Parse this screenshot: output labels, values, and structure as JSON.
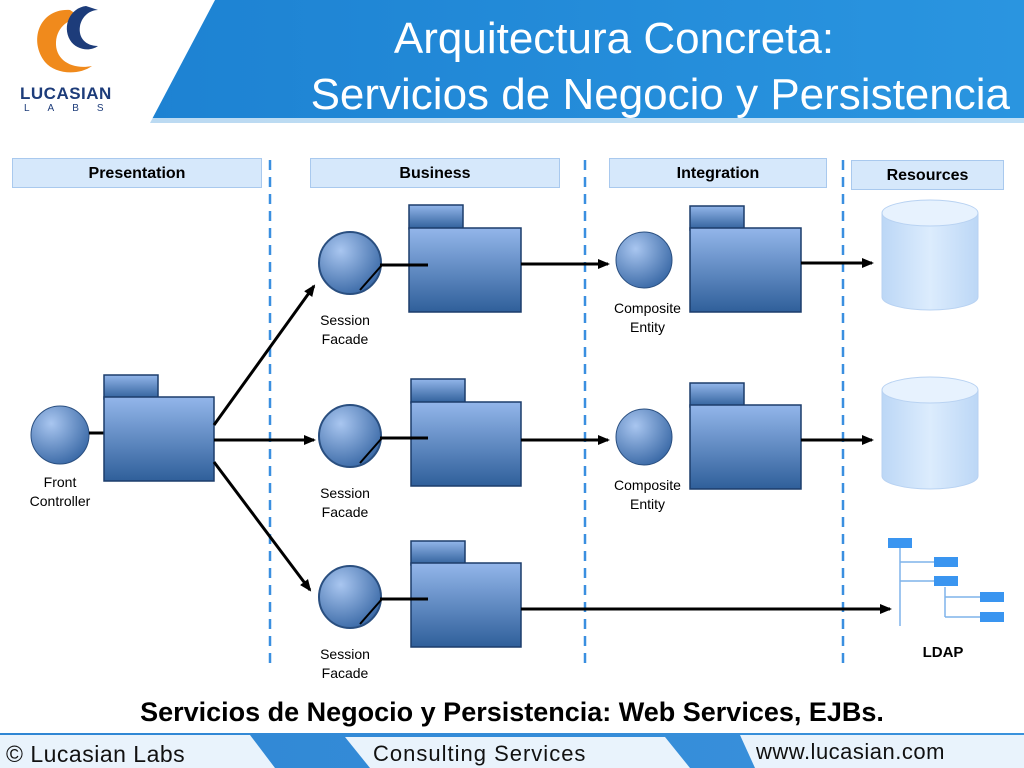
{
  "title": {
    "line1": "Arquitectura Concreta:",
    "line2": "Servicios de Negocio y Persistencia"
  },
  "logo": {
    "name": "LUCASIAN",
    "sub": "LABS"
  },
  "columns": [
    "Presentation",
    "Business",
    "Integration",
    "Resources"
  ],
  "labels": {
    "front_controller": "Front Controller",
    "session_facade": "Session Facade",
    "composite_entity": "Composite Entity",
    "ldap": "LDAP"
  },
  "caption": "Servicios de Negocio y Persistencia: Web Services, EJBs.",
  "footer": {
    "left": "© Lucasian Labs",
    "center": "Consulting Services",
    "right": "www.lucasian.com"
  },
  "colors": {
    "header_blue": "#1e8ad6",
    "column_header_bg": "#d6e8fb",
    "divider": "#3a8fe0",
    "component_top": "#8fb3e8",
    "component_bottom": "#2f5f9a",
    "database": "#cfe3fb",
    "footer_blue": "#2f86d4"
  }
}
